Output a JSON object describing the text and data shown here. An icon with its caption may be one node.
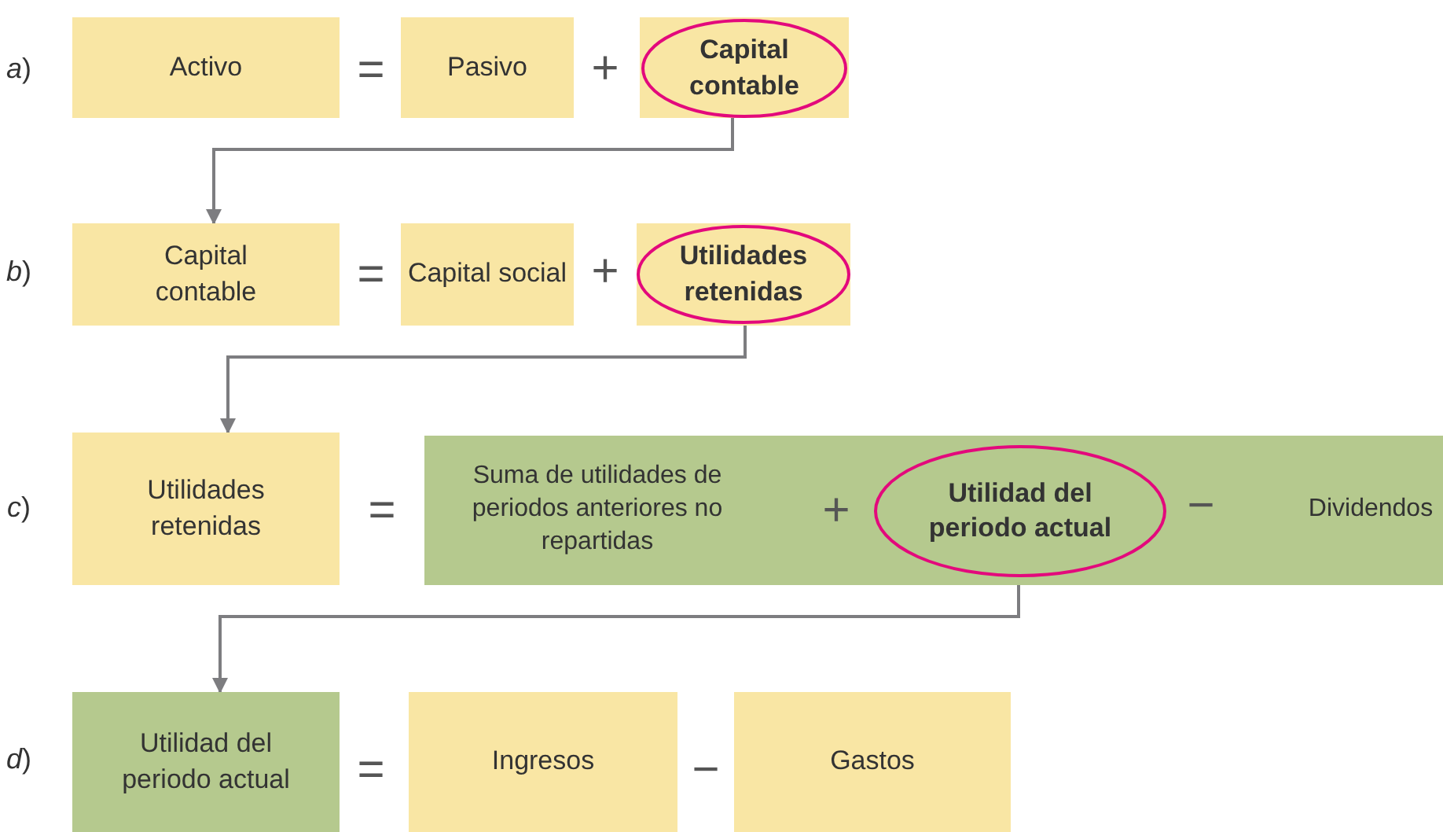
{
  "diagram": {
    "nodes": [
      {
        "text": [
          "Activo"
        ]
      },
      {
        "text": [
          "Pasivo"
        ]
      },
      {
        "text": [],
        "shape": "box"
      },
      {
        "text": [
          "Capital contable"
        ],
        "in": 2
      },
      {
        "text": [
          "Capital contable"
        ]
      },
      {
        "text": [
          "Capital social"
        ]
      },
      {
        "text": [],
        "shape": "box"
      },
      {
        "text": [
          "Utilidades retenidas"
        ],
        "in": 6
      },
      {
        "text": [
          "Utilidades retenidas"
        ]
      },
      {
        "text": [
          "Suma de utilidades de periodos anteriores no repartidas",
          "Dividendos"
        ]
      },
      {
        "text": [
          "Utilidad del periodo actual"
        ],
        "in": 9
      },
      {
        "text": [
          "Utilidad del periodo actual"
        ]
      },
      {
        "text": [
          "Ingresos"
        ]
      },
      {
        "text": [
          "Gastos"
        ]
      }
    ],
    "edges": [
      {
        "from": 2,
        "to": 4,
        "arrow": "to"
      },
      {
        "from": 6,
        "to": 8,
        "arrow": "to"
      },
      {
        "from": 9,
        "to": 11,
        "arrow": "to"
      }
    ],
    "labels": [
      "*a*)",
      "=",
      "+",
      "*b*)",
      "=",
      "+",
      "*c*)",
      "=",
      "+",
      "−",
      "*d*)",
      "=",
      "−"
    ]
  }
}
